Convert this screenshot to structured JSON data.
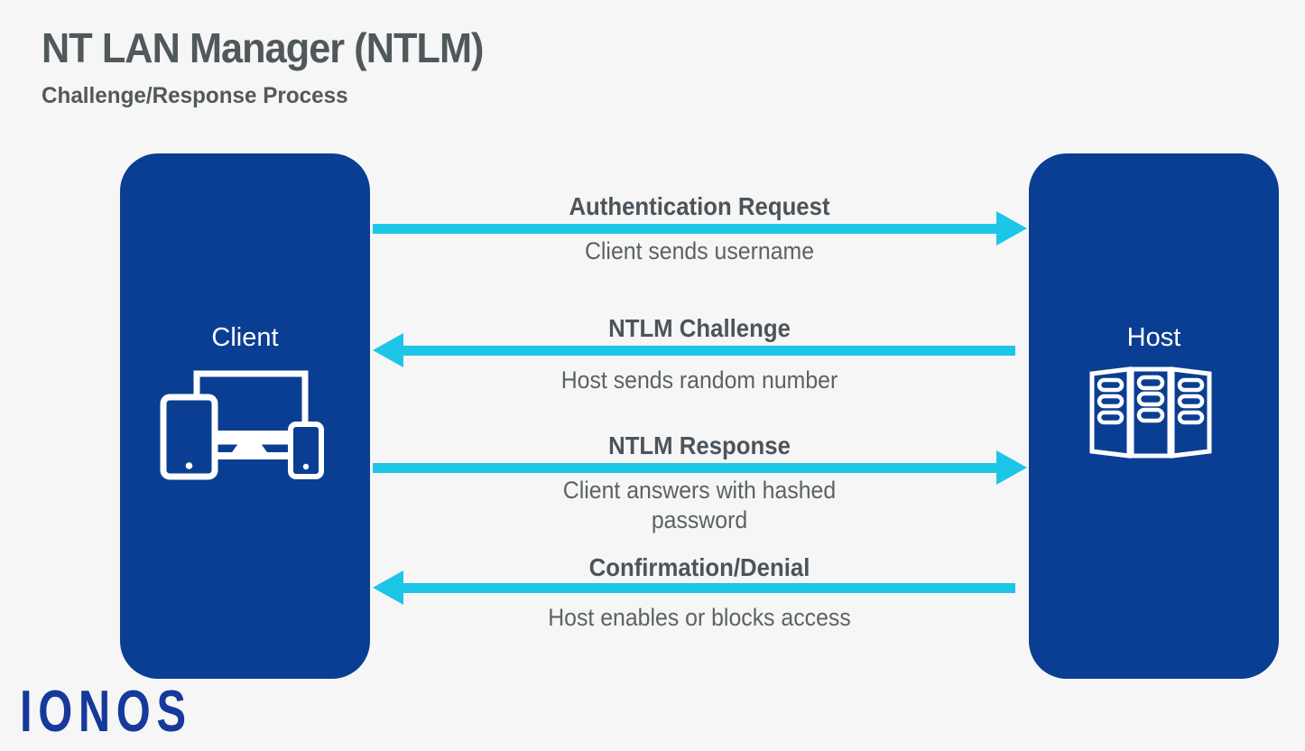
{
  "header": {
    "title": "NT LAN Manager (NTLM)",
    "subtitle": "Challenge/Response Process"
  },
  "nodes": {
    "client": {
      "label": "Client",
      "icon": "devices-icon"
    },
    "host": {
      "label": "Host",
      "icon": "server-rack-icon"
    }
  },
  "steps": [
    {
      "title": "Authentication Request",
      "description": "Client sends username",
      "direction": "right",
      "from": "Client",
      "to": "Host"
    },
    {
      "title": "NTLM Challenge",
      "description": "Host sends random number",
      "direction": "left",
      "from": "Host",
      "to": "Client"
    },
    {
      "title": "NTLM Response",
      "description": "Client answers with hashed password",
      "direction": "right",
      "from": "Client",
      "to": "Host"
    },
    {
      "title": "Confirmation/Denial",
      "description": "Host enables or blocks access",
      "direction": "left",
      "from": "Host",
      "to": "Client"
    }
  ],
  "branding": {
    "logo_text": "IONOS"
  },
  "colors": {
    "node_blue": "#0a3e92",
    "arrow_cyan": "#1dc5e7",
    "logo_blue": "#16399b",
    "heading_gray": "#50585b",
    "text_gray": "#5b6265",
    "background": "#f6f6f6"
  }
}
